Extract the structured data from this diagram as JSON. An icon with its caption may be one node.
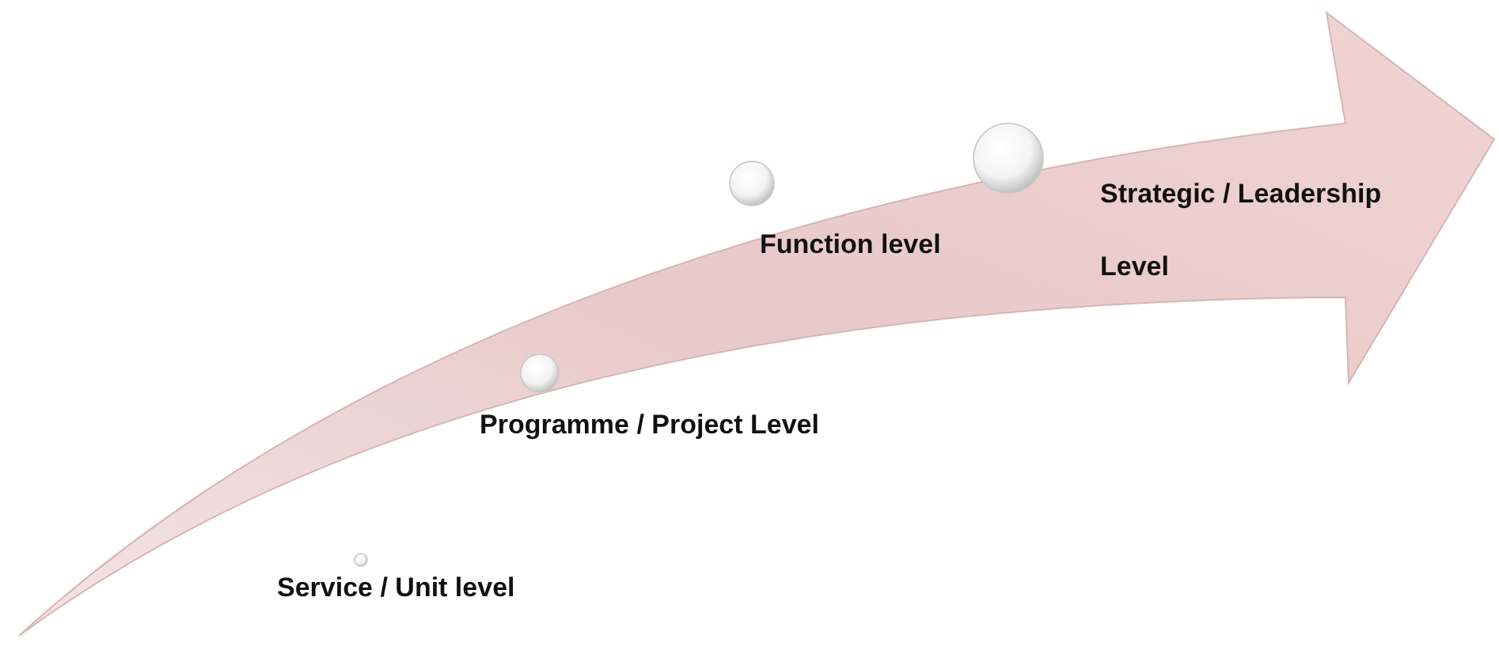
{
  "diagram": {
    "nodes": [
      {
        "text": [],
        "shape": "circle",
        "beside": [
          "Service / Unit level"
        ]
      },
      {
        "text": [],
        "shape": "circle",
        "beside": [
          "Programme / Project Level"
        ]
      },
      {
        "text": [],
        "shape": "circle",
        "beside": [
          "Function level"
        ]
      },
      {
        "text": [],
        "shape": "circle",
        "beside": [
          "Strategic / Leadership Level"
        ]
      }
    ]
  }
}
